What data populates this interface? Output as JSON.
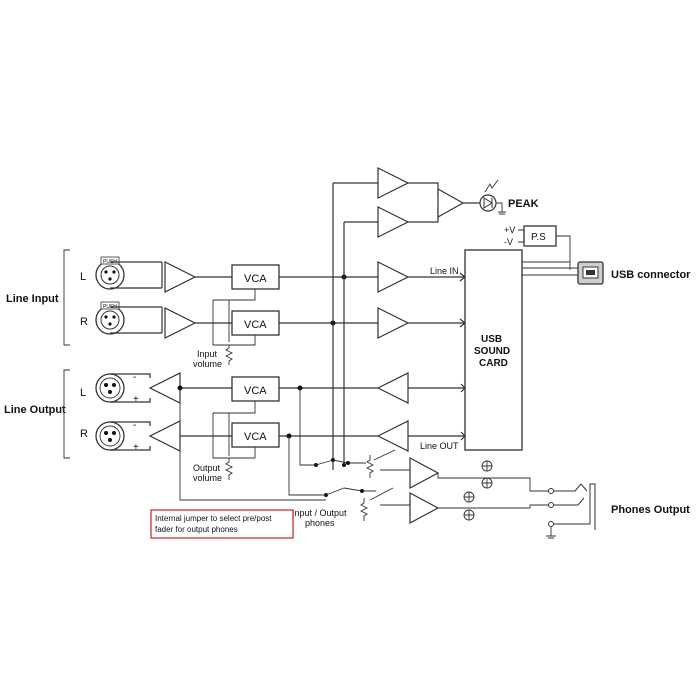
{
  "labels": {
    "line_input": "Line Input",
    "line_output": "Line Output",
    "phones_output": "Phones Output",
    "usb_connector": "USB connector",
    "peak": "PEAK",
    "line_in": "Line IN",
    "line_out": "Line OUT",
    "vca": "VCA",
    "push": "PUSH",
    "ch_l": "L",
    "ch_r": "R",
    "plus": "+",
    "minus": "-",
    "ps": "P.S",
    "pos_v": "+V",
    "neg_v": "-V",
    "usb_card_1": "USB",
    "usb_card_2": "SOUND",
    "usb_card_3": "CARD",
    "input_volume_1": "Input",
    "input_volume_2": "volume",
    "output_volume_1": "Output",
    "output_volume_2": "volume",
    "io_phones_1": "Input / Output",
    "io_phones_2": "phones",
    "jumper_note_1": "Internal jumper to select pre/post",
    "jumper_note_2": "fader for output phones"
  },
  "colors": {
    "line": "#333333",
    "note_border": "#cc2222",
    "jumper_wire": "#5a6fb0"
  },
  "icons": [
    "xlr-female-icon",
    "xlr-male-icon",
    "usb-b-icon",
    "led-icon",
    "phone-jack-icon",
    "ground-icon",
    "potentiometer-icon"
  ]
}
